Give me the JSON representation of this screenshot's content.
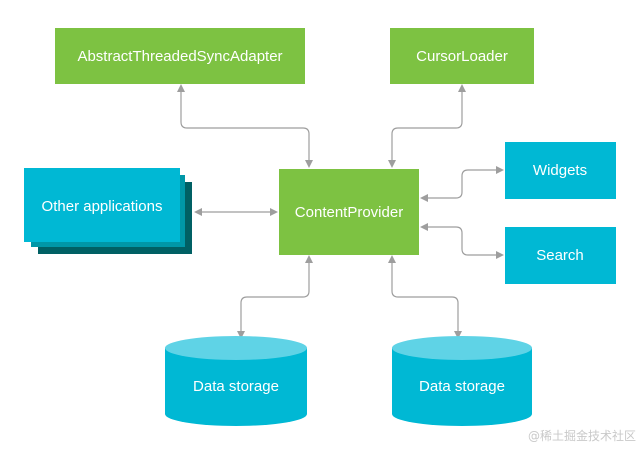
{
  "colors": {
    "green": "#7dc242",
    "cyan": "#00b8d4",
    "cyan_top": "#5fd3e6",
    "stack_dark": "#006064",
    "stack_mid": "#0097a7",
    "arrow": "#9e9e9e"
  },
  "nodes": {
    "sync_adapter": "AbstractThreadedSyncAdapter",
    "cursor_loader": "CursorLoader",
    "content_provider": "ContentProvider",
    "other_apps": "Other applications",
    "widgets": "Widgets",
    "search": "Search",
    "storage_left": "Data storage",
    "storage_right": "Data storage"
  },
  "watermark": "@稀土掘金技术社区"
}
